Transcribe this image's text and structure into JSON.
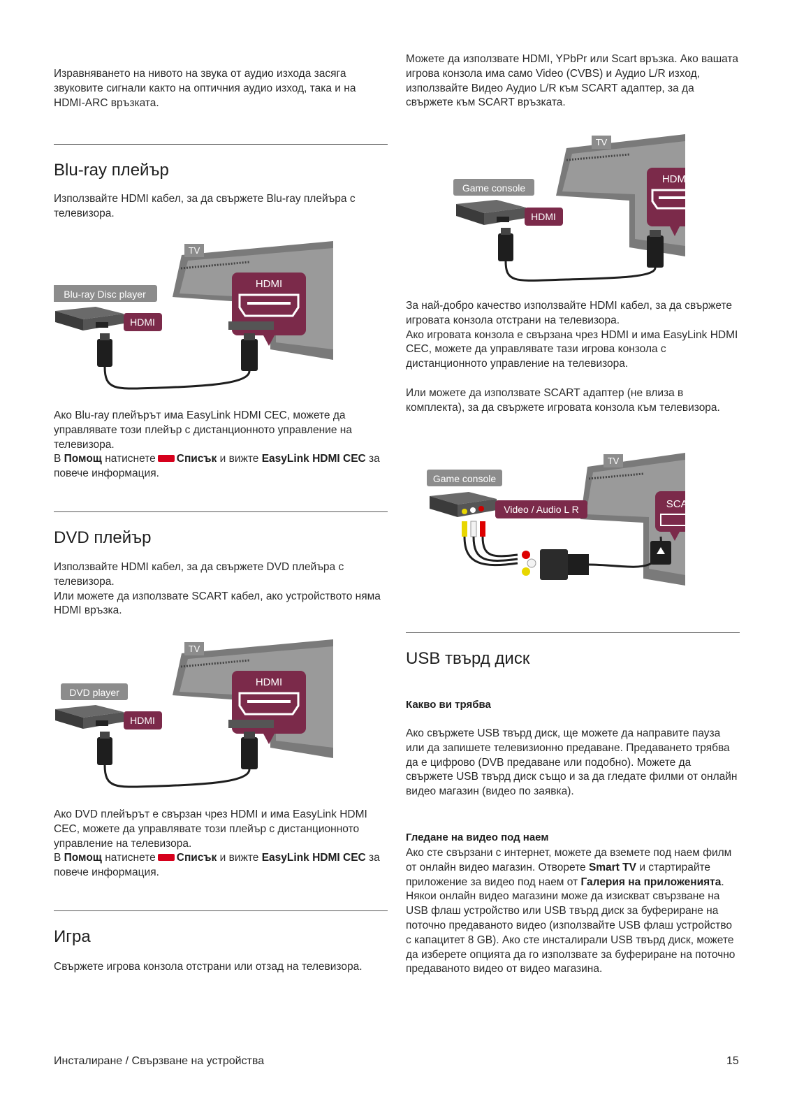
{
  "left": {
    "intro": "Изравняването на нивото на звука от аудио изхода засяга звуковите сигнали както на оптичния аудио изход, така и на HDMI-ARC връзката.",
    "bluray": {
      "title": "Blu-ray плейър",
      "text": "Използвайте HDMI кабел, за да свържете Blu-ray плейъра с телевизора.",
      "diagram": {
        "tv": "TV",
        "device": "Blu-ray Disc player",
        "port_tv": "HDMI",
        "port_dev": "HDMI"
      },
      "after": "Ако Blu-ray плейърът има EasyLink HDMI CEC, можете да управлявате този плейър с дистанционното управление на телевизора.",
      "help_pre": "В",
      "help_word": "Помощ",
      "help_mid": "натиснете",
      "help_list": "Списък",
      "help_see": "и вижте",
      "help_topic": "EasyLink HDMI CEC",
      "help_end": "за повече информация."
    },
    "dvd": {
      "title": "DVD плейър",
      "text": "Използвайте HDMI кабел, за да свържете DVD плейъра с телевизора.",
      "text2": "Или можете да използвате SCART кабел, ако устройството няма HDMI връзка.",
      "diagram": {
        "tv": "TV",
        "device": "DVD player",
        "port_tv": "HDMI",
        "port_dev": "HDMI"
      },
      "after": "Ако DVD плейърът е свързан чрез HDMI и има EasyLink HDMI CEC, можете да управлявате този плейър с дистанционното управление на телевизора.",
      "help_pre": "В",
      "help_word": "Помощ",
      "help_mid": "натиснете",
      "help_list": "Списък",
      "help_see": "и вижте",
      "help_topic": "EasyLink HDMI CEC",
      "help_end": "за повече информация."
    },
    "game": {
      "title": "Игра",
      "text": "Свържете игрова конзола отстрани или отзад на телевизора."
    }
  },
  "right": {
    "intro": "Можете да използвате HDMI, YPbPr или Scart връзка. Ако вашата игрова конзола има само Video (CVBS) и Аудио L/R изход, използвайте Видео Аудио L/R към SCART адаптер, за да свържете към SCART връзката.",
    "diagram1": {
      "tv": "TV",
      "device": "Game console",
      "port_tv": "HDMI",
      "port_dev": "HDMI"
    },
    "hdmi_text1": "За най-добро качество използвайте HDMI кабел, за да свържете игровата конзола отстрани на телевизора.",
    "hdmi_text2": "Ако игровата конзола е свързана чрез HDMI и има EasyLink HDMI CEC, можете да управлявате тази игрова конзола с дистанционното управление на телевизора.",
    "scart_text": "Или можете да използвате SCART адаптер (не влиза в комплекта), за да свържете игровата конзола към телевизора.",
    "diagram2": {
      "tv": "TV",
      "device": "Game console",
      "port_tv": "SCART",
      "port_dev": "Video / Audio L R"
    },
    "usb": {
      "title": "USB твърд диск",
      "sub1": "Какво ви трябва",
      "text1": "Ако свържете USB твърд диск, ще можете да направите пауза или да запишете телевизионно предаване. Предаването трябва да е цифрово (DVB предаване или подобно). Можете да свържете USB твърд диск също и за да гледате филми от онлайн видео магазин (видео по заявка).",
      "sub2": "Гледане на видео под наем",
      "text2_a": "Ако сте свързани с интернет, можете да вземете под наем филм от онлайн видео магазин. Отворете",
      "text2_smart": "Smart TV",
      "text2_b": "и стартирайте приложение за видео под наем от",
      "text2_gallery": "Галерия на приложенията",
      "text2_c": ".",
      "text3": "Някои онлайн видео магазини може да изискват свързване на USB флаш устройство или USB твърд диск за буфериране на поточно предаваното видео (използвайте USB флаш устройство с капацитет 8 GB). Ако сте инсталирали USB твърд диск, можете да изберете опцията да го използвате за буфериране на поточно предаваното видео от видео магазина."
    }
  },
  "footer": {
    "section": "Инсталиране / Свързване на устройства",
    "page": "15"
  },
  "colors": {
    "hdmi_purple": "#7b2a4a",
    "red_key": "#d6001c",
    "label_gray": "#8c8c8c"
  }
}
